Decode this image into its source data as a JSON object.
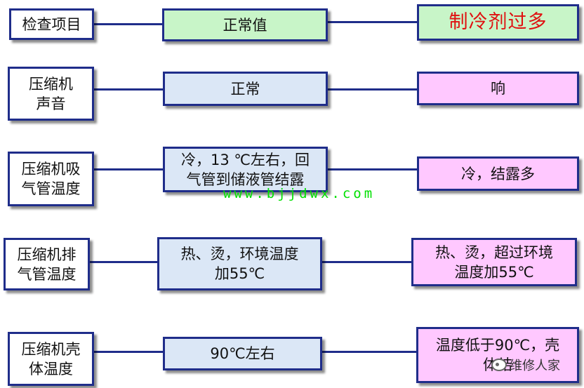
{
  "rows": [
    {
      "label": [
        "检查项目"
      ],
      "normal": [
        "正常值"
      ],
      "fault": [
        "制冷剂过多"
      ]
    },
    {
      "label": [
        "压缩机",
        "声音"
      ],
      "normal": [
        "正常"
      ],
      "fault": [
        "响"
      ]
    },
    {
      "label": [
        "压缩机吸",
        "气管温度"
      ],
      "normal": [
        "冷，13 ℃左右，回",
        "气管到储液管结露"
      ],
      "fault": [
        "冷，结露多"
      ]
    },
    {
      "label": [
        "压缩机排",
        "气管温度"
      ],
      "normal": [
        "热、烫，环境温度",
        "加55℃"
      ],
      "fault": [
        "热、烫，超过环境",
        "温度加55℃"
      ]
    },
    {
      "label": [
        "压缩机壳",
        "体温度"
      ],
      "normal": [
        "90℃左右"
      ],
      "fault": [
        "温度低于90℃，壳",
        "体结"
      ]
    }
  ],
  "watermark": "www.bjjdwx.com",
  "brand": "维修人家",
  "colors": {
    "border": "#1f2d8a",
    "header_green": "#c8f5c8",
    "normal_blue": "#dbe7f6",
    "fault_pink": "#ffc8ff",
    "header_fault_text": "#e01010",
    "watermark": "#00e000"
  }
}
